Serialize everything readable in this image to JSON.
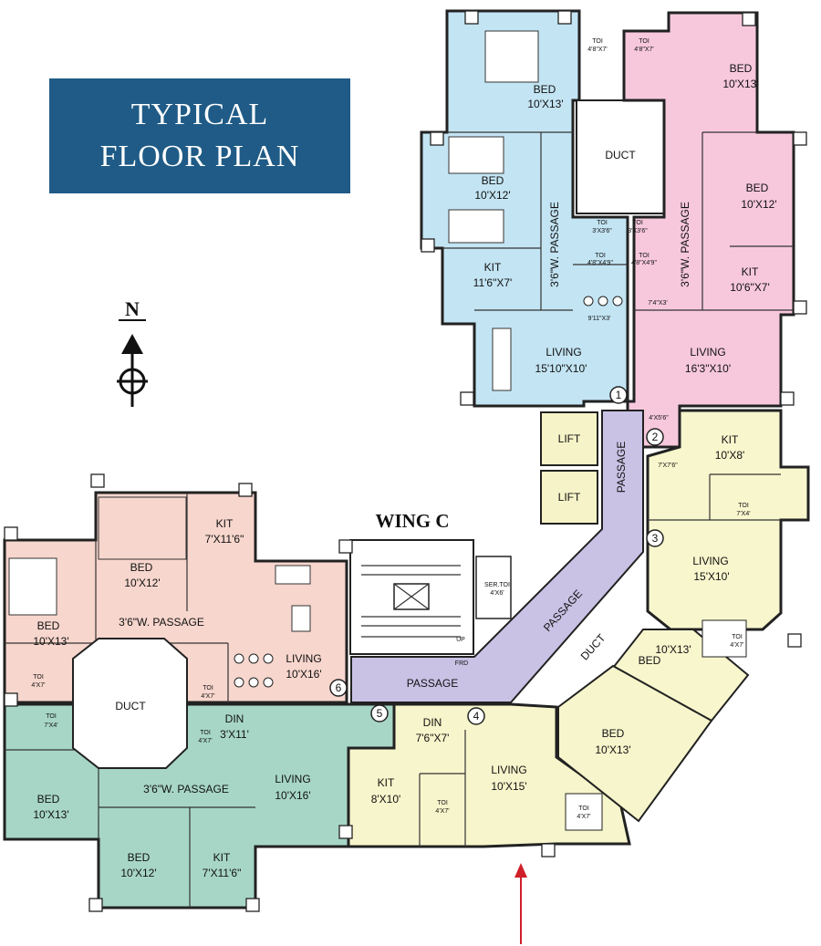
{
  "title": {
    "line1": "TYPICAL",
    "line2": "FLOOR PLAN"
  },
  "north": {
    "letter": "N"
  },
  "wing_label": "WING C",
  "colors": {
    "title_bg": "#1f5b86",
    "flat1": "#c3e4f3",
    "flat2": "#f7c8dc",
    "flat3": "#f8f6cd",
    "flat4": "#f7f5cb",
    "flat5": "#a7d6c6",
    "flat6": "#f7d6cd",
    "common": "#c9c2e5",
    "lift": "#f6f3c8",
    "arrow": "#d0202a"
  },
  "rooms": {
    "f1_bed1": {
      "name": "BED",
      "size": "10'X13'"
    },
    "f1_bed2": {
      "name": "BED",
      "size": "10'X12'"
    },
    "f1_kit": {
      "name": "KIT",
      "size": "11'6\"X7'"
    },
    "f1_living": {
      "name": "LIVING",
      "size": "15'10\"X10'"
    },
    "f1_passage": "3'6\"W. PASSAGE",
    "f1_toi1": {
      "name": "TOI",
      "size": "4'8\"X7'"
    },
    "f1_toi2": {
      "name": "TOI",
      "size": "3'X3'6\""
    },
    "f1_toi3": {
      "name": "TOI",
      "size": "4'8\"X4'9\""
    },
    "f1_din": "9'11\"X3'",
    "duct_top": "DUCT",
    "f2_bed1": {
      "name": "BED",
      "size": "10'X13'"
    },
    "f2_bed2": {
      "name": "BED",
      "size": "10'X12'"
    },
    "f2_kit": {
      "name": "KIT",
      "size": "10'6\"X7'"
    },
    "f2_living": {
      "name": "LIVING",
      "size": "16'3\"X10'"
    },
    "f2_passage": "3'6\"W. PASSAGE",
    "f2_toi1": {
      "name": "TOI",
      "size": "4'8\"X7'"
    },
    "f2_toi2": {
      "name": "TOI",
      "size": "3'X3'6\""
    },
    "f2_toi3": {
      "name": "TOI",
      "size": "4'8\"X4'9\""
    },
    "f2_din": "7'4\"X3'",
    "f2_foyer": "4'X5'6\"",
    "lift1": "LIFT",
    "lift2": "LIFT",
    "passage_v": "PASSAGE",
    "passage_d": "PASSAGE",
    "passage_h": "PASSAGE",
    "frd": "FRD",
    "up": "UP",
    "ser_toi": {
      "name": "SER.TOI",
      "size": "4'X6'"
    },
    "duct_mid": "DUCT",
    "f3_kit": {
      "name": "KIT",
      "size": "10'X8'"
    },
    "f3_din": "7'X7'6\"",
    "f3_toi": {
      "name": "TOI",
      "size": "7'X4'"
    },
    "f3_living": {
      "name": "LIVING",
      "size": "15'X10'"
    },
    "f3_bed1": {
      "name": "BED",
      "size": "10'X13'"
    },
    "f3_toi2": {
      "name": "TOI",
      "size": "4'X7'"
    },
    "f4_bed": {
      "name": "BED",
      "size": "10'X13'"
    },
    "f4_toi": {
      "name": "TOI",
      "size": "4'X7'"
    },
    "f4_living": {
      "name": "LIVING",
      "size": "10'X15'"
    },
    "f4_din": {
      "name": "DIN",
      "size": "7'6\"X7'"
    },
    "f4_kit": {
      "name": "KIT",
      "size": "8'X10'"
    },
    "f4_toi2": {
      "name": "TOI",
      "size": "4'X7'"
    },
    "f5_din": {
      "name": "DIN",
      "size": "3'X11'"
    },
    "f5_living": {
      "name": "LIVING",
      "size": "10'X16'"
    },
    "f5_toi": {
      "name": "TOI",
      "size": "4'X7'"
    },
    "f5_toi2": {
      "name": "TOI",
      "size": "7'X4'"
    },
    "f5_passage": "3'6\"W. PASSAGE",
    "f5_bed1": {
      "name": "BED",
      "size": "10'X13'"
    },
    "f5_bed2": {
      "name": "BED",
      "size": "10'X12'"
    },
    "f5_kit": {
      "name": "KIT",
      "size": "7'X11'6\""
    },
    "duct_low": "DUCT",
    "f6_bed1": {
      "name": "BED",
      "size": "10'X12'"
    },
    "f6_kit": {
      "name": "KIT",
      "size": "7'X11'6\""
    },
    "f6_bed2": {
      "name": "BED",
      "size": "10'X13'"
    },
    "f6_passage": "3'6\"W. PASSAGE",
    "f6_living": {
      "name": "LIVING",
      "size": "10'X16'"
    },
    "f6_toi": {
      "name": "TOI",
      "size": "4'X7'"
    },
    "f6_toi2": {
      "name": "TOI",
      "size": "4'X7'"
    }
  },
  "flat_numbers": [
    "1",
    "2",
    "3",
    "4",
    "5",
    "6"
  ]
}
